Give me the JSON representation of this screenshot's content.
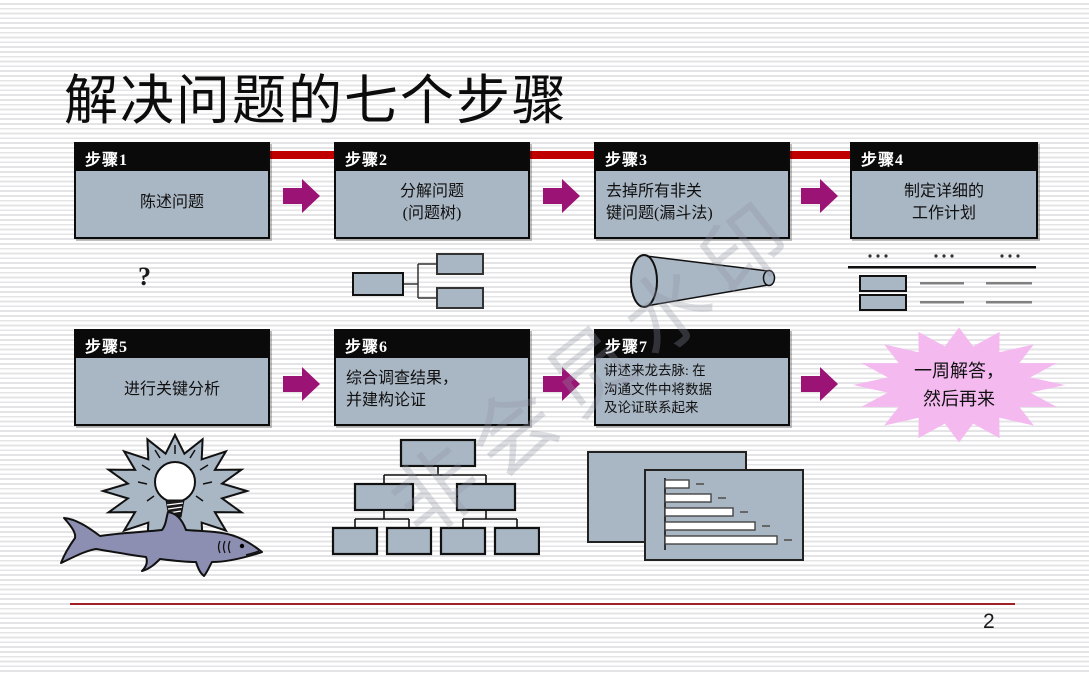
{
  "slide": {
    "title": "解决问题的七个步骤",
    "page_number": "2",
    "watermark": "非会员水印"
  },
  "steps": [
    {
      "label": "步骤1",
      "text": "陈述问题"
    },
    {
      "label": "步骤2",
      "text": "分解问题\n(问题树)"
    },
    {
      "label": "步骤3",
      "text": "去掉所有非关\n键问题(漏斗法)"
    },
    {
      "label": "步骤4",
      "text": "制定详细的\n工作计划"
    },
    {
      "label": "步骤5",
      "text": "进行关键分析"
    },
    {
      "label": "步骤6",
      "text": "综合调查结果，\n并建构论证"
    },
    {
      "label": "步骤7",
      "text": "讲述来龙去脉: 在\n沟通文件中将数据\n及论证联系起来"
    }
  ],
  "annotations": {
    "question_mark": "?"
  },
  "callout": {
    "text": "一周解答，\n然后再来"
  },
  "colors": {
    "band_red": "#c00000",
    "footer_red": "#a02028",
    "arrow_magenta": "#9b1374",
    "box_body_blue": "#a9b6c4",
    "box_header_black": "#0a0a0a",
    "starburst_pink": "#f4baf0",
    "shark_purple": "#8d8fb2",
    "icon_blue": "#a9b6c4"
  }
}
